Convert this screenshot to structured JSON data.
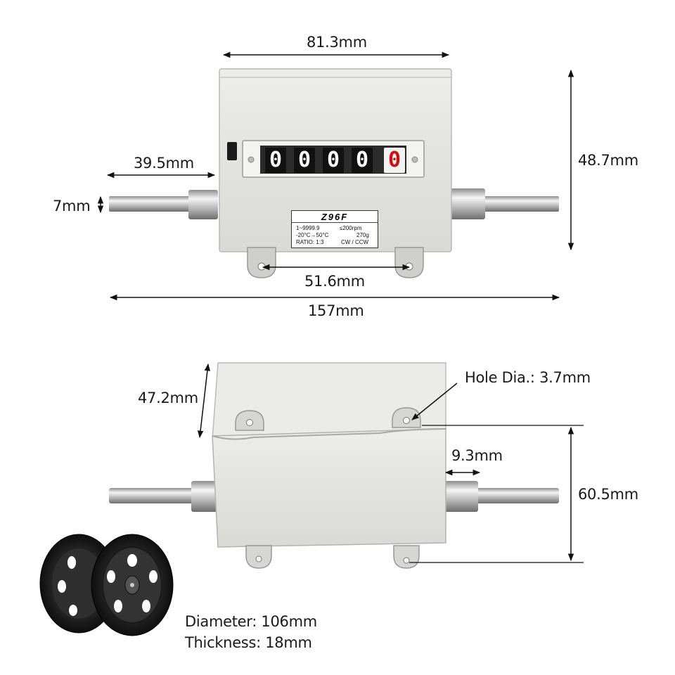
{
  "counter": {
    "digits": [
      "0",
      "0",
      "0",
      "0",
      "0"
    ],
    "model": "Z96F",
    "spec_range": "1~9999.9",
    "spec_speed": "≤200rpm",
    "spec_temp": "-20°C→50°C",
    "spec_weight": "270g",
    "spec_ratio": "RATIO: 1:3",
    "spec_direction": "CW / CCW"
  },
  "dimensions": {
    "width": "81.3mm",
    "height": "48.7mm",
    "shaft_length": "39.5mm",
    "shaft_diameter": "7mm",
    "mount_spacing": "51.6mm",
    "total_length": "157mm",
    "depth": "47.2mm",
    "hole_diameter": "Hole Dia.: 3.7mm",
    "collar": "9.3mm",
    "mount_depth": "60.5mm"
  },
  "wheel": {
    "diameter": "Diameter: 106mm",
    "thickness": "Thickness: 18mm"
  },
  "colors": {
    "housing": "#e2e2e0",
    "housing_shadow": "#c9c9c6",
    "digit_bg": "#111111",
    "last_digit": "#d20f0f",
    "metal": "#c8c8c8"
  }
}
